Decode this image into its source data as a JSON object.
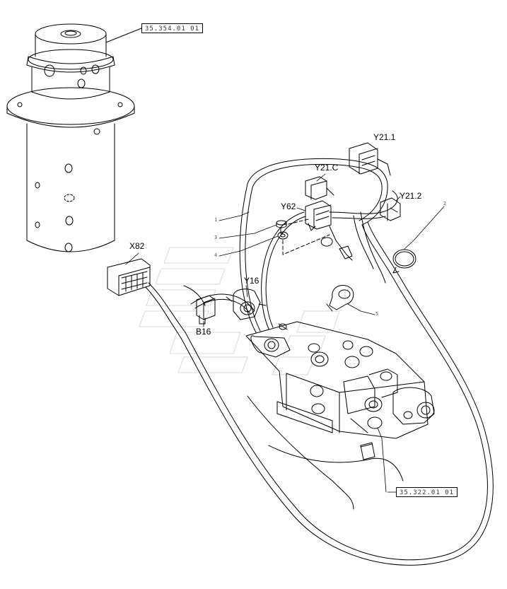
{
  "labels": {
    "x82": "X82",
    "y21_1": "Y21.1",
    "y21_c": "Y21.C",
    "y21_2": "Y21.2",
    "y62": "Y62",
    "y16": "Y16",
    "b16": "B16"
  },
  "references": {
    "swivel_ref": "35.354.01 01",
    "valve_ref": "35.322.01 01"
  },
  "item_numbers": {
    "n1": "1",
    "n2": "2",
    "n3": "3",
    "n4": "4",
    "n5": "5"
  },
  "colors": {
    "line": "#000000",
    "watermark": "#d8d8d8"
  }
}
